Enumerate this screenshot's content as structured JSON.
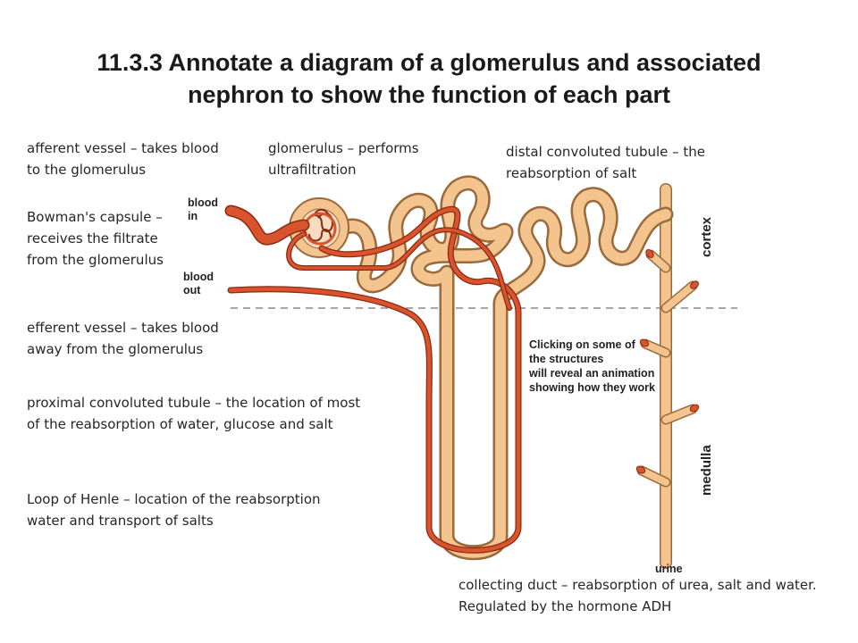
{
  "title": "11.3.3 Annotate a diagram of a glomerulus and associated nephron to show the function of each part",
  "annotations": {
    "afferent": "afferent vessel – takes blood to the glomerulus",
    "glomerulus": "glomerulus – performs ultrafiltration",
    "distal": "distal convoluted tubule – the reabsorption of salt",
    "bowman": "Bowman's capsule – receives the filtrate from the glomerulus",
    "efferent": "efferent vessel – takes blood away from the glomerulus",
    "proximal": "proximal convoluted tubule – the location of most of the reabsorption of water, glucose and salt",
    "henle": "Loop of Henle – location of the reabsorption water and transport of salts",
    "collecting": "collecting duct – reabsorption of urea, salt and water. Regulated by the hormone ADH"
  },
  "diagram": {
    "blood_in_line1": "blood",
    "blood_in_line2": "in",
    "blood_out_line1": "blood",
    "blood_out_line2": "out",
    "cortex": "cortex",
    "medulla": "medulla",
    "urine": "urine",
    "note_lines": [
      "Clicking on some of",
      "the structures",
      "will reveal an animation",
      "showing how they work"
    ]
  },
  "colors": {
    "tubule": "#f3c48e",
    "tubule_outline": "#9a6a3c",
    "vessel": "#d9542c",
    "vessel_outline": "#8a2a12"
  }
}
